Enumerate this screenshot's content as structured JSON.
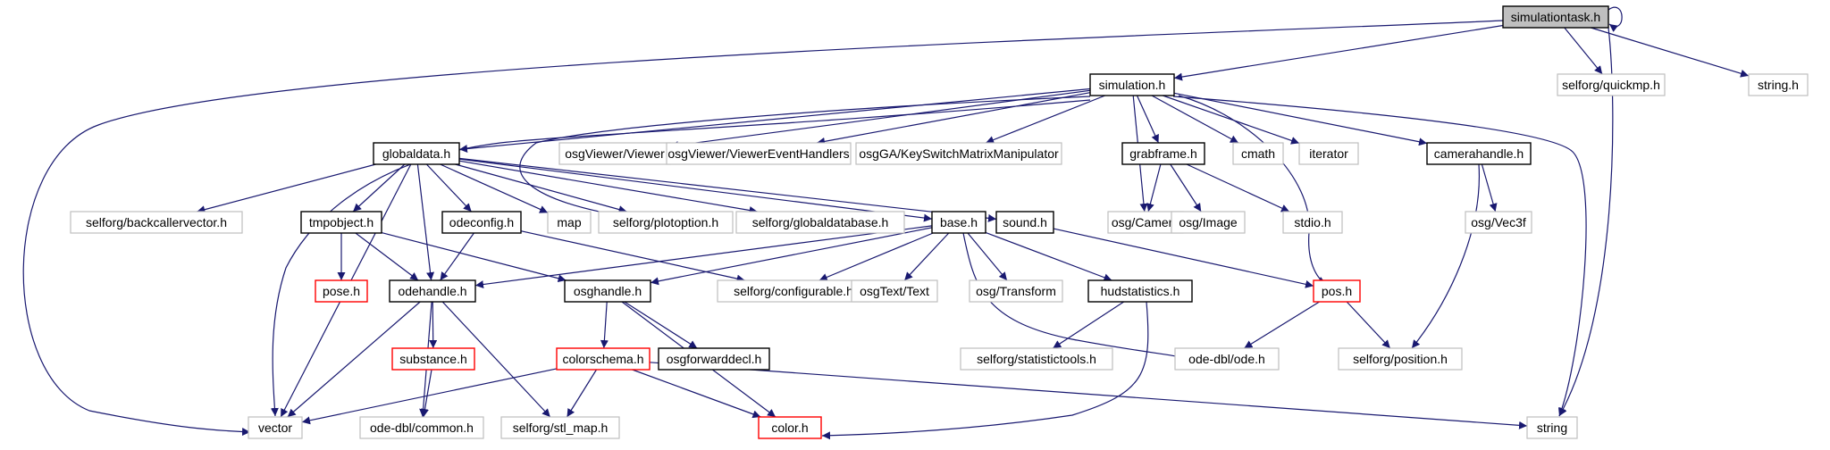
{
  "nodes": [
    {
      "id": "simulationtask",
      "label": "simulationtask.h",
      "style": "root"
    },
    {
      "id": "simulation",
      "label": "simulation.h",
      "style": "doc"
    },
    {
      "id": "quickmp",
      "label": "selforg/quickmp.h",
      "style": "ext"
    },
    {
      "id": "string_h",
      "label": "string.h",
      "style": "ext"
    },
    {
      "id": "globaldata",
      "label": "globaldata.h",
      "style": "doc"
    },
    {
      "id": "viewer",
      "label": "osgViewer/Viewer",
      "style": "ext"
    },
    {
      "id": "viewerevent",
      "label": "osgViewer/ViewerEventHandlers",
      "style": "ext"
    },
    {
      "id": "keyswitch",
      "label": "osgGA/KeySwitchMatrixManipulator",
      "style": "ext"
    },
    {
      "id": "grabframe",
      "label": "grabframe.h",
      "style": "doc"
    },
    {
      "id": "cmath",
      "label": "cmath",
      "style": "ext"
    },
    {
      "id": "iterator",
      "label": "iterator",
      "style": "ext"
    },
    {
      "id": "camerahandle",
      "label": "camerahandle.h",
      "style": "doc"
    },
    {
      "id": "backcaller",
      "label": "selforg/backcallervector.h",
      "style": "ext"
    },
    {
      "id": "tmpobject",
      "label": "tmpobject.h",
      "style": "doc"
    },
    {
      "id": "odeconfig",
      "label": "odeconfig.h",
      "style": "doc"
    },
    {
      "id": "map",
      "label": "map",
      "style": "ext"
    },
    {
      "id": "plotoption",
      "label": "selforg/plotoption.h",
      "style": "ext"
    },
    {
      "id": "globaldatabase",
      "label": "selforg/globaldatabase.h",
      "style": "ext"
    },
    {
      "id": "base",
      "label": "base.h",
      "style": "doc"
    },
    {
      "id": "sound",
      "label": "sound.h",
      "style": "doc"
    },
    {
      "id": "camera",
      "label": "osg/Camera",
      "style": "ext"
    },
    {
      "id": "image",
      "label": "osg/Image",
      "style": "ext"
    },
    {
      "id": "stdio",
      "label": "stdio.h",
      "style": "ext"
    },
    {
      "id": "vec3f",
      "label": "osg/Vec3f",
      "style": "ext"
    },
    {
      "id": "pose",
      "label": "pose.h",
      "style": "trunc"
    },
    {
      "id": "odehandle",
      "label": "odehandle.h",
      "style": "doc"
    },
    {
      "id": "osghandle",
      "label": "osghandle.h",
      "style": "doc"
    },
    {
      "id": "configurable",
      "label": "selforg/configurable.h",
      "style": "ext"
    },
    {
      "id": "osgtext",
      "label": "osgText/Text",
      "style": "ext"
    },
    {
      "id": "transform",
      "label": "osg/Transform",
      "style": "ext"
    },
    {
      "id": "hudstatistics",
      "label": "hudstatistics.h",
      "style": "doc"
    },
    {
      "id": "pos",
      "label": "pos.h",
      "style": "trunc"
    },
    {
      "id": "substance",
      "label": "substance.h",
      "style": "trunc"
    },
    {
      "id": "colorschema",
      "label": "colorschema.h",
      "style": "trunc"
    },
    {
      "id": "osgforward",
      "label": "osgforwarddecl.h",
      "style": "doc"
    },
    {
      "id": "statistictools",
      "label": "selforg/statistictools.h",
      "style": "ext"
    },
    {
      "id": "odedbl",
      "label": "ode-dbl/ode.h",
      "style": "ext"
    },
    {
      "id": "position",
      "label": "selforg/position.h",
      "style": "ext"
    },
    {
      "id": "vector",
      "label": "vector",
      "style": "ext"
    },
    {
      "id": "common",
      "label": "ode-dbl/common.h",
      "style": "ext"
    },
    {
      "id": "stlmap",
      "label": "selforg/stl_map.h",
      "style": "ext"
    },
    {
      "id": "color",
      "label": "color.h",
      "style": "trunc"
    },
    {
      "id": "string",
      "label": "string",
      "style": "ext"
    }
  ],
  "edges": [
    [
      "simulationtask",
      "simulationtask"
    ],
    [
      "simulationtask",
      "simulation"
    ],
    [
      "simulationtask",
      "quickmp"
    ],
    [
      "simulationtask",
      "string_h"
    ],
    [
      "simulationtask",
      "vector"
    ],
    [
      "simulationtask",
      "string"
    ],
    [
      "simulation",
      "globaldata"
    ],
    [
      "simulation",
      "viewer"
    ],
    [
      "simulation",
      "viewerevent"
    ],
    [
      "simulation",
      "keyswitch"
    ],
    [
      "simulation",
      "grabframe"
    ],
    [
      "simulation",
      "cmath"
    ],
    [
      "simulation",
      "iterator"
    ],
    [
      "simulation",
      "camerahandle"
    ],
    [
      "simulation",
      "camera"
    ],
    [
      "simulation",
      "pos"
    ],
    [
      "simulation",
      "string"
    ],
    [
      "simulation",
      "vector"
    ],
    [
      "simulation",
      "plotoption"
    ],
    [
      "globaldata",
      "backcaller"
    ],
    [
      "globaldata",
      "tmpobject"
    ],
    [
      "globaldata",
      "odeconfig"
    ],
    [
      "globaldata",
      "map"
    ],
    [
      "globaldata",
      "plotoption"
    ],
    [
      "globaldata",
      "globaldatabase"
    ],
    [
      "globaldata",
      "base"
    ],
    [
      "globaldata",
      "sound"
    ],
    [
      "globaldata",
      "odehandle"
    ],
    [
      "globaldata",
      "vector"
    ],
    [
      "grabframe",
      "camera"
    ],
    [
      "grabframe",
      "image"
    ],
    [
      "grabframe",
      "stdio"
    ],
    [
      "camerahandle",
      "vec3f"
    ],
    [
      "camerahandle",
      "position"
    ],
    [
      "tmpobject",
      "pose"
    ],
    [
      "tmpobject",
      "odehandle"
    ],
    [
      "tmpobject",
      "osghandle"
    ],
    [
      "odeconfig",
      "odehandle"
    ],
    [
      "odeconfig",
      "configurable"
    ],
    [
      "base",
      "odehandle"
    ],
    [
      "base",
      "osghandle"
    ],
    [
      "base",
      "configurable"
    ],
    [
      "base",
      "osgtext"
    ],
    [
      "base",
      "transform"
    ],
    [
      "base",
      "hudstatistics"
    ],
    [
      "base",
      "odedbl"
    ],
    [
      "sound",
      "pos"
    ],
    [
      "odehandle",
      "substance"
    ],
    [
      "odehandle",
      "vector"
    ],
    [
      "odehandle",
      "common"
    ],
    [
      "odehandle",
      "stlmap"
    ],
    [
      "osghandle",
      "colorschema"
    ],
    [
      "osghandle",
      "osgforward"
    ],
    [
      "osghandle",
      "color"
    ],
    [
      "hudstatistics",
      "statistictools"
    ],
    [
      "hudstatistics",
      "color"
    ],
    [
      "pos",
      "odedbl"
    ],
    [
      "pos",
      "position"
    ],
    [
      "substance",
      "common"
    ],
    [
      "colorschema",
      "vector"
    ],
    [
      "colorschema",
      "stlmap"
    ],
    [
      "colorschema",
      "color"
    ],
    [
      "colorschema",
      "string"
    ]
  ],
  "colors": {
    "edge": "#191970",
    "root_fill": "#bfbfbf",
    "doc_border": "#000000",
    "ext_border": "#bfbfbf",
    "trunc_border": "#ff0000",
    "text": "#000000"
  }
}
